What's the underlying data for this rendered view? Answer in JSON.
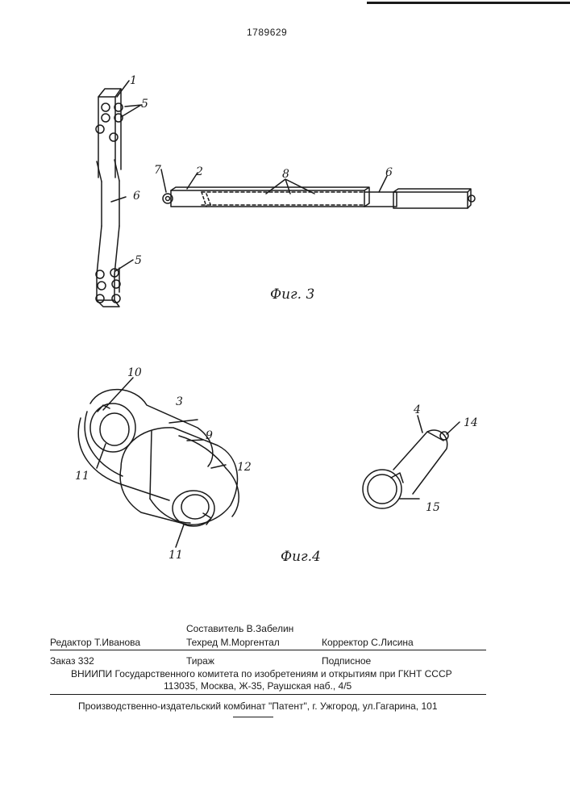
{
  "document": {
    "patent_number": "1789629",
    "figures": [
      {
        "caption": "Фиг. 3",
        "labels": [
          "1",
          "5",
          "6",
          "5",
          "7",
          "2",
          "8",
          "6"
        ]
      },
      {
        "caption": "Фиг.4",
        "labels": [
          "10",
          "3",
          "9",
          "12",
          "11",
          "11",
          "4",
          "14",
          "15"
        ]
      }
    ]
  },
  "colophon": {
    "editor": "Редактор Т.Иванова",
    "compiler": "Составитель В.Забелин",
    "techred": "Техред М.Моргентал",
    "corrector": "Корректор С.Лисина",
    "order": "Заказ 332",
    "circulation": "Тираж",
    "subscription": "Подписное",
    "institution": "ВНИИПИ Государственного комитета по изобретениям и открытиям при ГКНТ СССР",
    "address": "113035, Москва, Ж-35, Раушская наб., 4/5",
    "publisher": "Производственно-издательский комбинат \"Патент\", г. Ужгород, ул.Гагарина, 101"
  }
}
